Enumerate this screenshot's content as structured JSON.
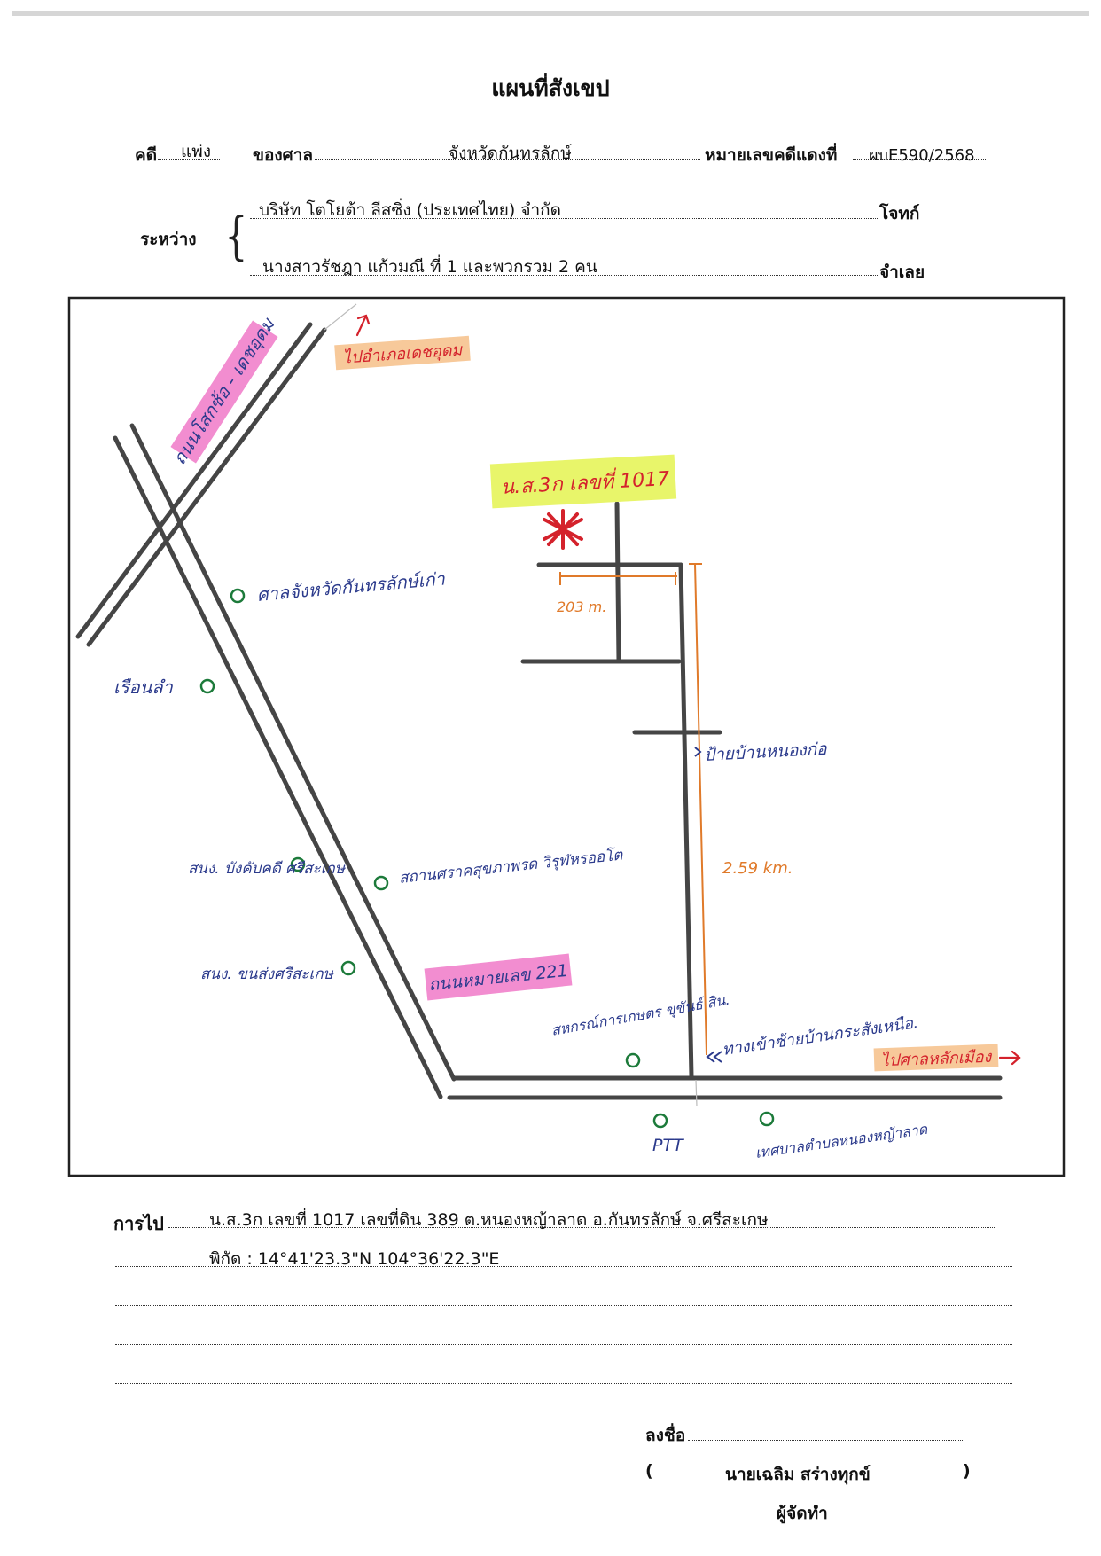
{
  "document": {
    "title": "แผนที่สังเขป",
    "case_label": "คดี",
    "case_type": "แพ่ง",
    "court_label": "ของศาล",
    "court_name": "จังหวัดกันทรลักษ์",
    "red_case_label": "หมายเลขคดีแดงที่",
    "red_case_number": "ผบE590/2568",
    "between_label": "ระหว่าง",
    "plaintiff": "บริษัท โตโยต้า ลีสซิ่ง (ประเทศไทย) จำกัด",
    "plaintiff_role": "โจทก์",
    "defendant": "นางสาวรัชฎา  แก้วมณี  ที่ 1 และพวกรวม 2 คน",
    "defendant_role": "จำเลย"
  },
  "map": {
    "labels": {
      "road_1": "ถนนโสกซ้อ - เดชอุดม",
      "to_north": "ไปอำเภอเดชอุดม",
      "to_east": "ไปศาลหลักเมือง",
      "road_221": "ถนนหมายเลข 221",
      "land_title": "น.ส.3ก เลขที่ 1017",
      "court_old": "ศาลจังหวัดกันทรลักษ์เก่า",
      "reuan_lam": "เรือนลำ",
      "temple": "สถานศราคสุขภาพรด วิรุฬหรออโต",
      "school_1": "สนง. บังคับคดี ศรีสะเกษ",
      "school_2": "สนง. ขนส่งศรีสะเกษ",
      "coop": "สหกรณ์การเกษตร ขุขันธ์ สิน.",
      "ptt": "PTT",
      "municipality": "เทศบาลตำบลหนองหญ้าลาด",
      "bus_stop": "ป้ายบ้านหนองก่อ",
      "turn_note": "ทางเข้าซ้ายบ้านกระสังเหนือ.",
      "dist_short": "203 m.",
      "dist_long": "2.59 km."
    },
    "colors": {
      "road": "#454545",
      "pen_blue": "#2b3a8c",
      "pen_orange": "#e07a2a",
      "pen_red": "#d4222c",
      "pen_green": "#1c7a3a",
      "hl_pink": "#f28dd0",
      "hl_yellow": "#e8f56a",
      "hl_orange": "#f7c99a"
    }
  },
  "directions": {
    "label": "การไป",
    "line_1": "น.ส.3ก เลขที่ 1017 เลขที่ดิน 389  ต.หนองหญ้าลาด อ.กันทรลักษ์ จ.ศรีสะเกษ",
    "line_2": "พิกัด : 14°41'23.3\"N 104°36'22.3\"E"
  },
  "signature": {
    "sign_label": "ลงชื่อ",
    "open_paren": "(",
    "name": "นายเฉลิม  สร่างทุกข์",
    "close_paren": ")",
    "role": "ผู้จัดทำ"
  }
}
